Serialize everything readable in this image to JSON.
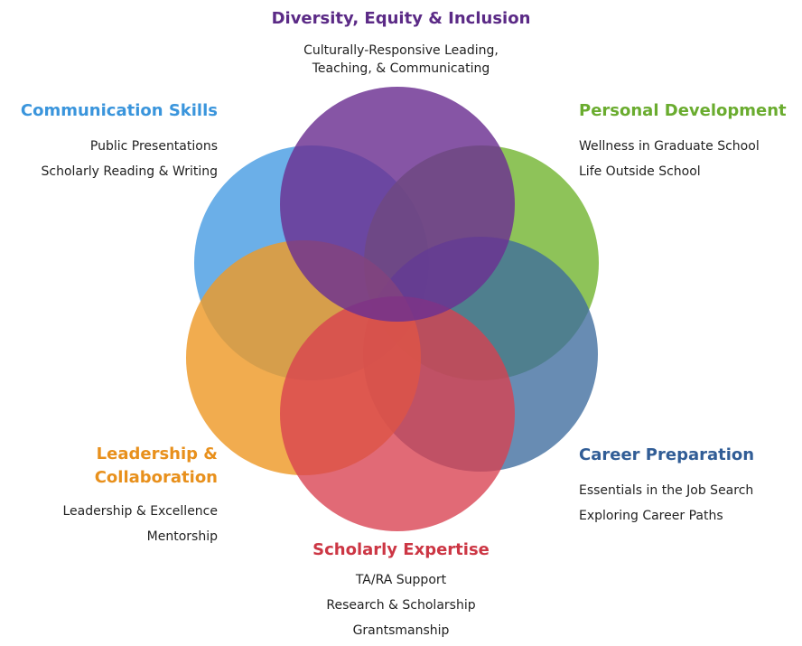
{
  "diagram": {
    "categories": [
      {
        "key": "dei",
        "title": "Diversity, Equity & Inclusion",
        "color": "#5b2a86",
        "items": [
          "Culturally-Responsive Leading,",
          "Teaching, & Communicating"
        ]
      },
      {
        "key": "communication",
        "title": "Communication Skills",
        "color": "#3a95dc",
        "items": [
          "Public Presentations",
          "Scholarly Reading & Writing"
        ]
      },
      {
        "key": "personal",
        "title": "Personal Development",
        "color": "#6aac2f",
        "items": [
          "Wellness in Graduate School",
          "Life Outside School"
        ]
      },
      {
        "key": "career",
        "title": "Career Preparation",
        "color": "#315d96",
        "items": [
          "Essentials in the Job Search",
          "Exploring Career Paths"
        ]
      },
      {
        "key": "scholarly",
        "title": "Scholarly Expertise",
        "color": "#cc3644",
        "items": [
          "TA/RA Support",
          "Research & Scholarship",
          "Grantsmanship"
        ]
      },
      {
        "key": "leadership",
        "title": "Leadership & Collaboration",
        "color": "#e8901c",
        "items": [
          "Leadership & Excellence",
          "Mentorship"
        ]
      }
    ],
    "circle_colors": {
      "communication": "#4a9ee3",
      "personal": "#7ab83c",
      "career": "#3d6b9e",
      "scholarly": "#d8404f",
      "leadership": "#ee9a28",
      "dei": "#6b2f91"
    }
  }
}
